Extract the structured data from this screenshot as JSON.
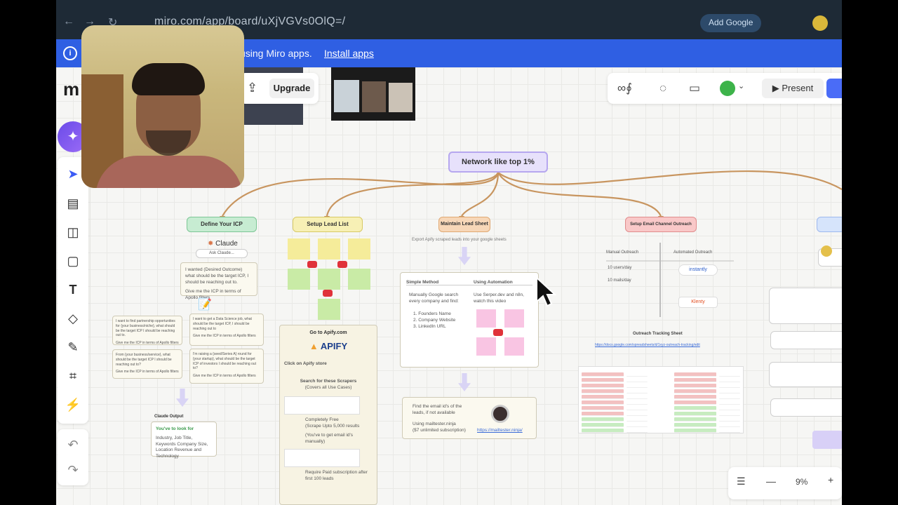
{
  "browser": {
    "url": "miro.com/app/board/uXjVGVs0OlQ=/",
    "nav_back": "←",
    "nav_forward": "→",
    "nav_reload": "↻",
    "pill_label": "Add Google"
  },
  "banner": {
    "message": "using Miro apps.",
    "link": "Install apps"
  },
  "header": {
    "logo": "m",
    "upgrade": "Upgrade",
    "present": "Present"
  },
  "mindmap": {
    "root": "Network like top 1%",
    "branches": [
      {
        "label": "Define Your ICP",
        "color": "#c7ecd2",
        "border": "#7cc695"
      },
      {
        "label": "Setup Lead List",
        "color": "#f7f0b5",
        "border": "#d8c964"
      },
      {
        "label": "Maintain Lead Sheet",
        "color": "#f7d7b8",
        "border": "#e0a873"
      },
      {
        "label": "Setup Email Channel Outreach",
        "color": "#f9c8c8",
        "border": "#e08c8c"
      }
    ]
  },
  "icp": {
    "claude": "Claude",
    "ask": "Ask Claude...",
    "prompt": "I wanted (Desired Outcome) what should be the target ICP, I should be reaching out to.",
    "prompt_2": "Give me the ICP in terms of Apollo filters",
    "card_a": "I want to find partnership opportunities for {your business/niche}, what should be the target ICP I should be reaching out to.",
    "card_a2": "Give me the ICP in terms of Apollo filters",
    "card_b": "I want to get a Data Science job, what should be the target ICP, I should be reaching out to",
    "card_b2": "Give me the ICP in terms of Apollo filters",
    "card_c": "From {your business/service}, what should be the target ICP I should be reaching out to?",
    "card_c2": "Give me the ICP in terms of Apollo filters",
    "card_d": "I'm raising a {seed/Series A} round for {your startup}, what should be the target ICP of investors I should be reaching out to?",
    "card_d2": "Give me the ICP in terms of Apollo filters",
    "output_title": "Claude Output",
    "output_sub": "You've to look for",
    "output_body": "Industry, Job Title, Keywords Company Size, Location Revenue and Technology"
  },
  "apify": {
    "goto": "Go to Apify.com",
    "brand": "APIFY",
    "click": "Click on Apify store",
    "search": "Search for these Scrapers",
    "search_sub": "(Covers all Use Cases)",
    "free": "Completely Free",
    "free_sub": "(Scrape Upto 5,000 results",
    "manual": "(You've to get email id's manually)",
    "require": "Require Paid subscription after first 100 leads"
  },
  "leadsheet": {
    "export": "Export Apify scraped leads into your google sheets",
    "manual_title": "Simple Method",
    "auto_title": "Using Automation",
    "manual_body": "Manually Google search every company and find:",
    "manual_list": [
      "1. Founders Name",
      "2. Company Website",
      "3. LinkedIn URL"
    ],
    "auto_body": "Use Serper.dev and n8n, watch this video",
    "email_find": "Find the email id's of the leads, if not available",
    "email_using": "Using mailtester.ninja",
    "email_cost": "($7 unlimited subscription)",
    "email_link": "https://mailtester.ninja/"
  },
  "outreach": {
    "manual_col": "Manual Outreach",
    "auto_col": "Automated Outreach",
    "row1": "10 users/day",
    "row2": "10 mails/day",
    "tool1": "instantly",
    "tool2": "Klenty",
    "sheet_title": "Outreach Tracking Sheet",
    "sheet_link": "https://docs.google.com/spreadsheets/d/1xyz-outreach-tracking/edit"
  },
  "bottom": {
    "zoom": "9%",
    "minus": "—",
    "plus": "+"
  }
}
